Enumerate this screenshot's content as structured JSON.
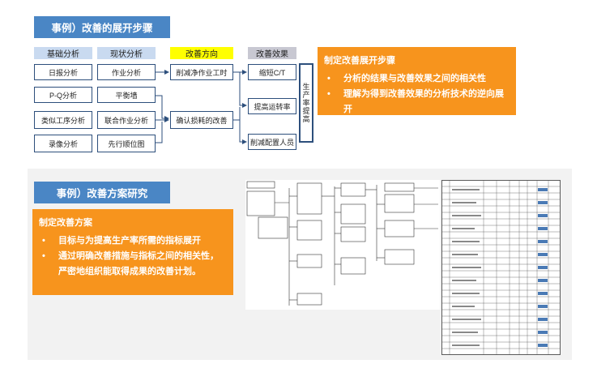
{
  "top": {
    "title": "事例）改善的展开步骤",
    "headers": [
      "基础分析",
      "现状分析",
      "改善方向",
      "改善效果"
    ],
    "col1": [
      "日报分析",
      "P-Q分析",
      "类似工序分析",
      "录像分析"
    ],
    "col2": [
      "作业分析",
      "平衡墙",
      "联合作业分析",
      "先行顺位图"
    ],
    "col3": [
      "削减净作业工时",
      "确认损耗的改善"
    ],
    "col4": [
      "缩短C/T",
      "提高运转率",
      "削减配置人员"
    ],
    "result": "生产率提高",
    "callout": {
      "title": "制定改善展开步骤",
      "bullets": [
        "分析的结果与改善效果之间的相关性",
        "理解为得到改善效果的分析技术的逆向展开"
      ]
    }
  },
  "bottom": {
    "title": "事例）改善方案研究",
    "callout": {
      "title": "制定改善方案",
      "bullets": [
        "目标与为提高生产率所需的指标展开",
        "通过明确改善措施与指标之间的相关性，严密地组织能取得成果的改善计划。"
      ]
    }
  }
}
